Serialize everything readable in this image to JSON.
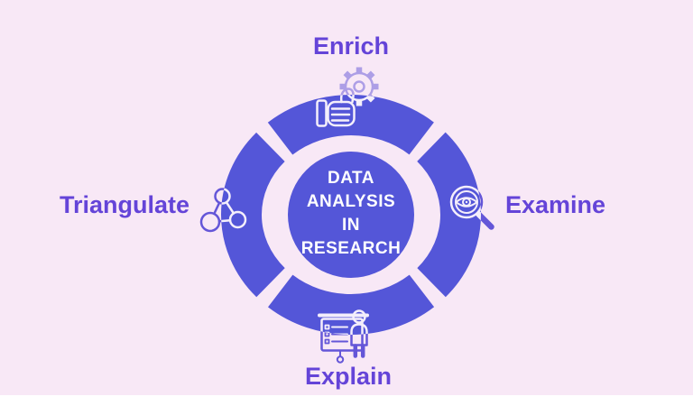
{
  "title": "Data Analysis in Research cycle diagram",
  "colors": {
    "bg_pink": "#f8e8f6",
    "ring_blue": "#5456d8",
    "label_purple": "#6444d8",
    "icon_purple": "#6456d8",
    "icon_white": "#f4effb",
    "center_text": "#ffffff",
    "strip_white": "#ffffff"
  },
  "center": {
    "lines": [
      "DATA",
      "ANALYSIS",
      "IN",
      "RESEARCH"
    ]
  },
  "segments": [
    {
      "label": "Enrich",
      "position": "top",
      "icon": "gear-hand-icon"
    },
    {
      "label": "Examine",
      "position": "right",
      "icon": "magnifier-eye-icon"
    },
    {
      "label": "Explain",
      "position": "bottom",
      "icon": "presentation-person-icon"
    },
    {
      "label": "Triangulate",
      "position": "left",
      "icon": "network-nodes-icon"
    }
  ]
}
